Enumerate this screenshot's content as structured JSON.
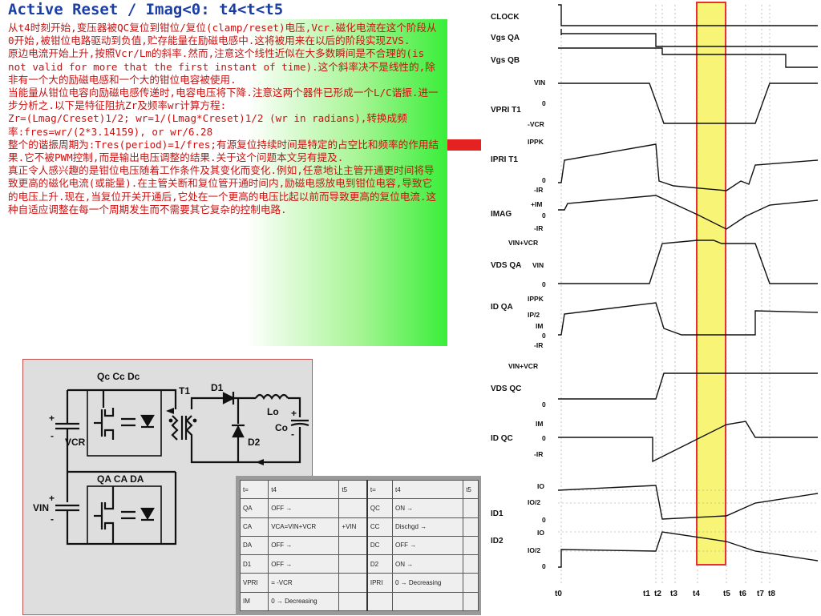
{
  "slide": {
    "title": "Active Reset / Imag<0: t4<t<t5",
    "paragraphs": [
      "从t4时刻开始,变压器被QC复位到钳位/复位(clamp/reset)电压,Vcr.磁化电流在这个阶段从0开始,被钳位电路驱动到负值,贮存能量在励磁电感中.这将被用来在以后的阶段实现ZVS.",
      "原边电流开始上升,按照Vcr/Lm的斜率.然而,注意这个线性近似在大多数瞬间是不合理的(is not valid for more that the first instant of time).这个斜率决不是线性的,除非有一个大的励磁电感和一个大的钳位电容被使用.",
      "当能量从钳位电容向励磁电感传递时,电容电压将下降.注意这两个器件已形成一个L/C谐振.进一步分析之.以下是特征阻抗Zr及频率wr计算方程:",
      "Zr=(Lmag/Creset)1/2; wr=1/(Lmag*Creset)1/2 (wr in radians),转换成频率:fres=wr/(2*3.14159), or wr/6.28",
      "整个的谐振周期为:Tres(period)=1/fres;有源复位持续时间是特定的占空比和频率的作用结果.它不被PWM控制,而是输出电压调整的结果.关于这个问题本文另有提及.",
      "真正令人感兴趣的是钳位电压随着工作条件及其变化而变化.例如,任意地让主管开通更时间将导致更高的磁化电流(或能量).在主管关断和复位管开通时间内,励磁电感放电到钳位电容,导致它的电压上升.现在,当复位开关开通后,它处在一个更高的电压比起以前而导致更高的复位电流.这种自适应调整在每一个周期发生而不需要其它复杂的控制电路."
    ]
  },
  "circuit": {
    "labels": {
      "top_group": "Qc Cc Dc",
      "t1": "T1",
      "d1": "D1",
      "lo": "Lo",
      "co": "Co",
      "d2": "D2",
      "vcr": "VCR",
      "vin": "VIN",
      "bottom_group": "QA CA DA",
      "plus1": "+",
      "minus1": "-",
      "plus2": "+",
      "minus2": "-",
      "plus3": "+",
      "minus3": "-"
    }
  },
  "state_table": {
    "rows": [
      [
        "t=",
        "t4",
        "t5",
        "t=",
        "t4",
        "t5"
      ],
      [
        "QA",
        "OFF →",
        "",
        "QC",
        "ON →",
        ""
      ],
      [
        "CA",
        "VCA=VIN+VCR",
        "+VIN",
        "CC",
        "Dischgd →",
        ""
      ],
      [
        "DA",
        "OFF →",
        "",
        "DC",
        "OFF →",
        ""
      ],
      [
        "D1",
        "OFF →",
        "",
        "D2",
        "ON →",
        ""
      ],
      [
        "VPRI",
        "= -VCR",
        "",
        "IPRI",
        "0 → Decreasing",
        ""
      ],
      [
        "IM",
        "0 → Decreasing",
        "",
        "",
        "",
        ""
      ]
    ]
  },
  "timing": {
    "signals": [
      {
        "name": "CLOCK",
        "levels": []
      },
      {
        "name": "Vgs QA",
        "levels": []
      },
      {
        "name": "Vgs QB",
        "levels": []
      },
      {
        "name": "VPRI T1",
        "levels": [
          "VIN",
          "0",
          "-VCR"
        ]
      },
      {
        "name": "IPRI T1",
        "levels": [
          "IPPK",
          "0",
          "-IR"
        ]
      },
      {
        "name": "IMAG",
        "levels": [
          "+IM",
          "0",
          "-IR"
        ]
      },
      {
        "name": "VDS QA",
        "levels": [
          "VIN+VCR",
          "VIN",
          "0"
        ]
      },
      {
        "name": "ID QA",
        "levels": [
          "IPPK",
          "IP/2",
          "IM",
          "0",
          "-IR"
        ]
      },
      {
        "name": "VDS QC",
        "levels": [
          "VIN+VCR",
          "0"
        ]
      },
      {
        "name": "ID QC",
        "levels": [
          "IM",
          "0",
          "-IR"
        ]
      },
      {
        "name": "ID1",
        "levels": [
          "IO",
          "IO/2",
          "0"
        ]
      },
      {
        "name": "ID2",
        "levels": [
          "IO",
          "IO/2",
          "0"
        ]
      }
    ],
    "time_labels": [
      "t0",
      "t1",
      "t2",
      "t3",
      "t4",
      "t5",
      "t6",
      "t7",
      "t8"
    ],
    "highlight_interval": [
      "t4",
      "t5"
    ],
    "highlight_color": "#f7f476",
    "highlight_border": "#e83030"
  },
  "colors": {
    "title": "#1a3ea6",
    "body_text": "#cc1010",
    "gradient_green": "#39ee39",
    "accent_bar": "#e52222"
  }
}
